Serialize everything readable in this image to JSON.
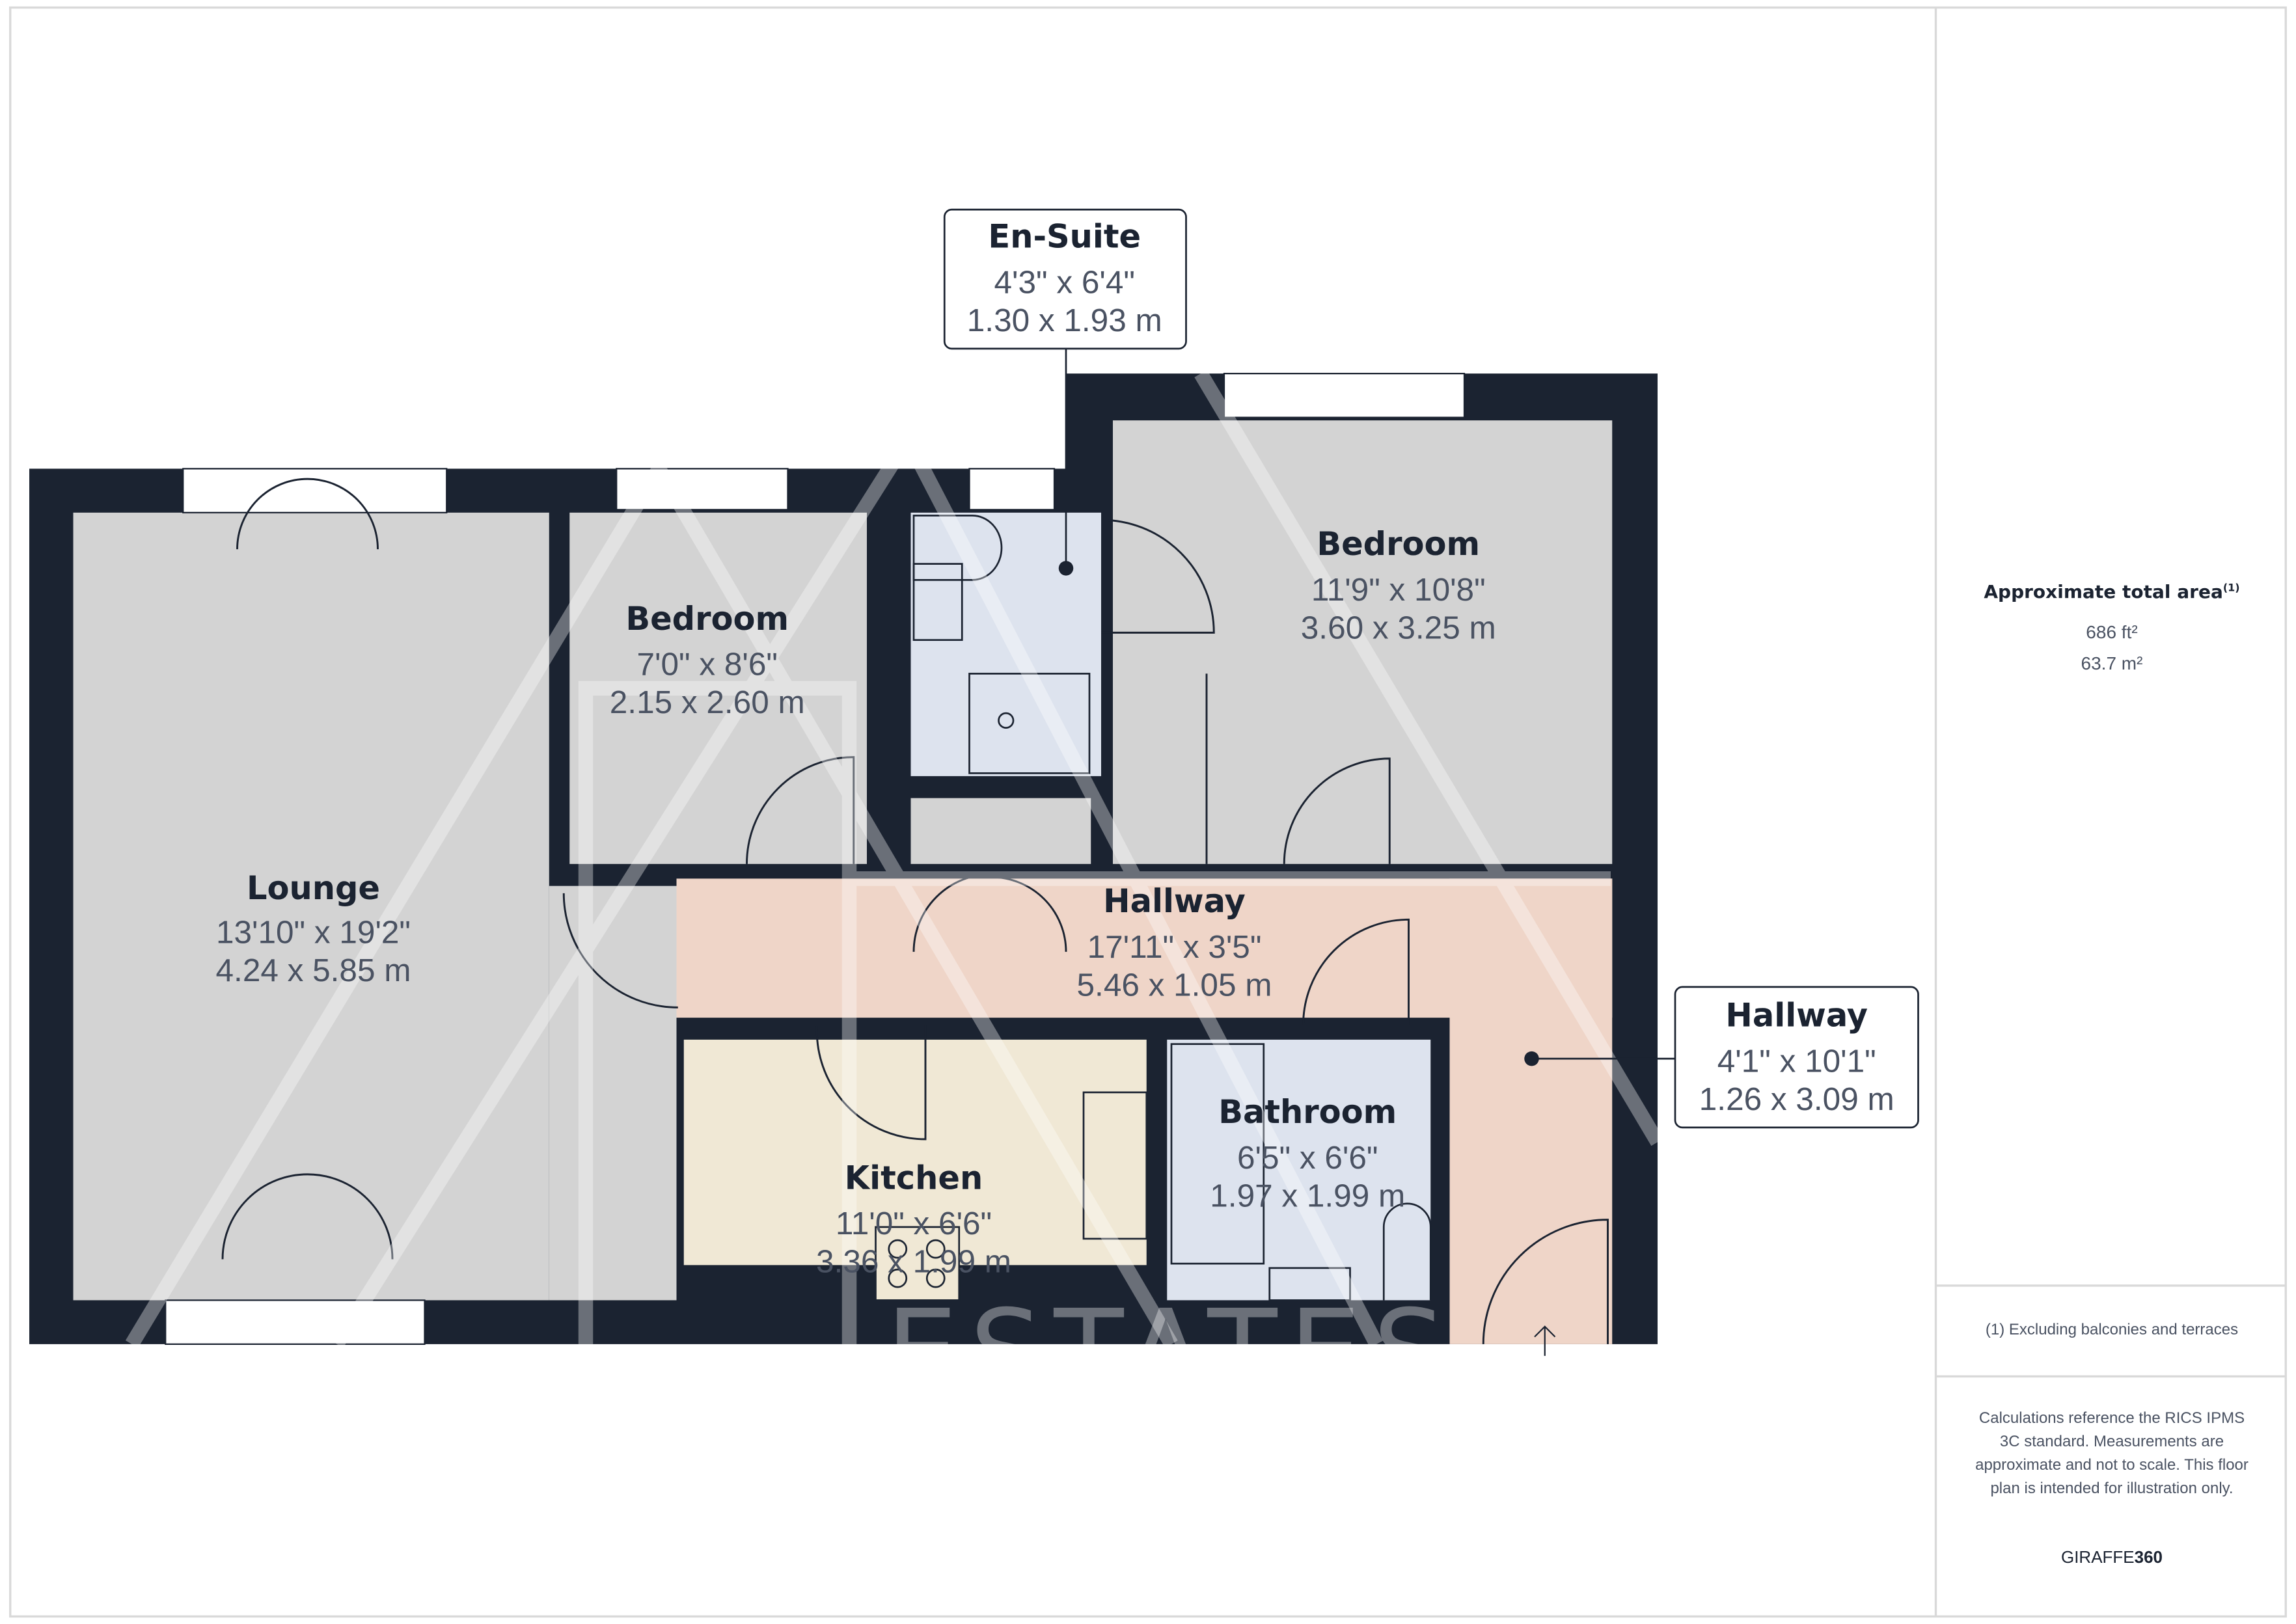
{
  "rooms": {
    "lounge": {
      "name": "Lounge",
      "imperial": "13'10\" x 19'2\"",
      "metric": "4.24 x 5.85 m"
    },
    "bedroom1": {
      "name": "Bedroom",
      "imperial": "7'0\" x 8'6\"",
      "metric": "2.15 x 2.60 m"
    },
    "bedroom2": {
      "name": "Bedroom",
      "imperial": "11'9\" x 10'8\"",
      "metric": "3.60 x 3.25 m"
    },
    "hallway1": {
      "name": "Hallway",
      "imperial": "17'11\" x 3'5\"",
      "metric": "5.46 x 1.05 m"
    },
    "kitchen": {
      "name": "Kitchen",
      "imperial": "11'0\" x 6'6\"",
      "metric": "3.36 x 1.99 m"
    },
    "bathroom": {
      "name": "Bathroom",
      "imperial": "6'5\" x 6'6\"",
      "metric": "1.97 x 1.99 m"
    },
    "ensuite": {
      "name": "En-Suite",
      "imperial": "4'3\" x 6'4\"",
      "metric": "1.30 x 1.93 m"
    },
    "hallway2": {
      "name": "Hallway",
      "imperial": "4'1\" x 10'1\"",
      "metric": "1.26 x 3.09 m"
    }
  },
  "watermark": "ESTATES",
  "sidebar": {
    "area_title": "Approximate total area",
    "area_footnote_mark": "(1)",
    "area_ft": "686 ft²",
    "area_m": "63.7 m²",
    "footnote": "(1) Excluding balconies and terraces",
    "disclaimer": "Calculations reference the RICS IPMS 3C standard. Measurements are approximate and not to scale. This floor plan is intended for illustration only.",
    "brand_a": "GIRAFFE",
    "brand_b": "360"
  },
  "colors": {
    "wall": "#1b2331",
    "grey_room": "#d3d3d3",
    "hall": "#efd5c8",
    "kitchen": "#f0e8d5",
    "wet": "#dde3ee"
  }
}
